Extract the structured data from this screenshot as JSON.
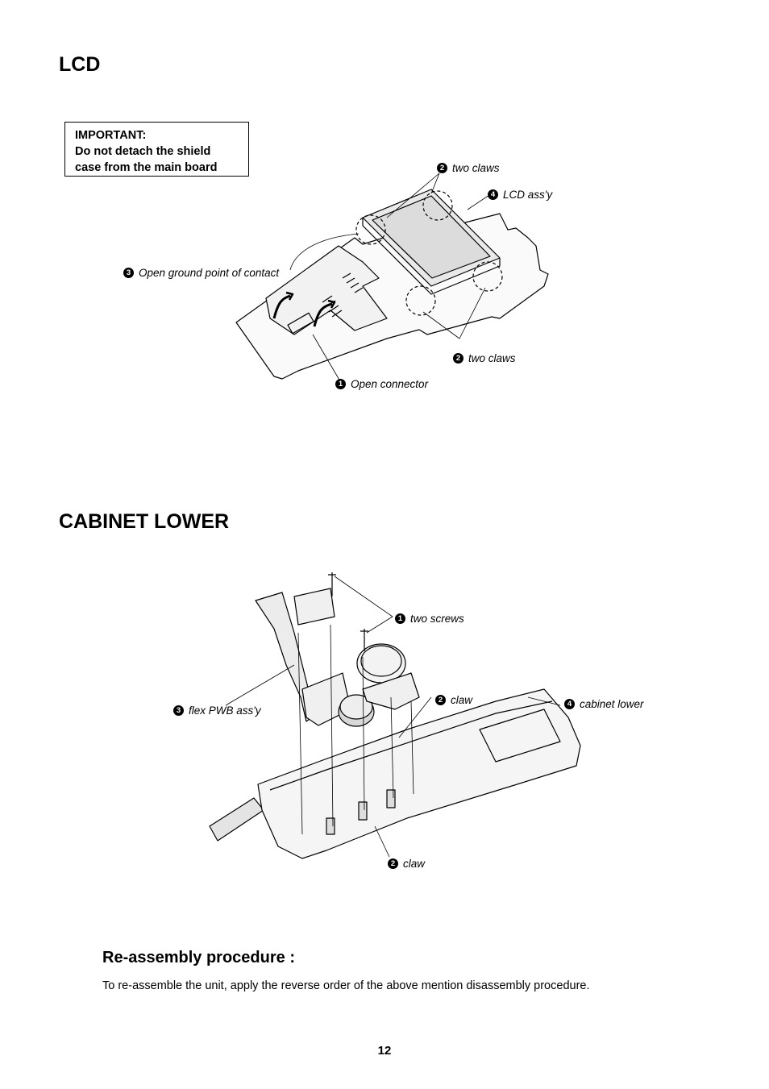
{
  "lcd": {
    "heading": "LCD",
    "important_title": "IMPORTANT:",
    "important_line1": "Do not detach the shield",
    "important_line2": "case from the main board",
    "callouts": [
      {
        "num": "2",
        "text": "two claws"
      },
      {
        "num": "4",
        "text": "LCD ass'y"
      },
      {
        "num": "3",
        "text": "Open ground point of contact"
      },
      {
        "num": "2",
        "text": "two claws"
      },
      {
        "num": "1",
        "text": "Open connector"
      }
    ]
  },
  "cabinet": {
    "heading": "CABINET LOWER",
    "callouts": [
      {
        "num": "1",
        "text": "two screws"
      },
      {
        "num": "2",
        "text": "claw"
      },
      {
        "num": "4",
        "text": "cabinet lower"
      },
      {
        "num": "3",
        "text": "flex PWB ass'y"
      },
      {
        "num": "2",
        "text": "claw"
      }
    ]
  },
  "reassembly": {
    "title": "Re-assembly procedure :",
    "text": "To re-assemble the unit, apply the reverse order of the above mention disassembly procedure."
  },
  "page_number": "12"
}
